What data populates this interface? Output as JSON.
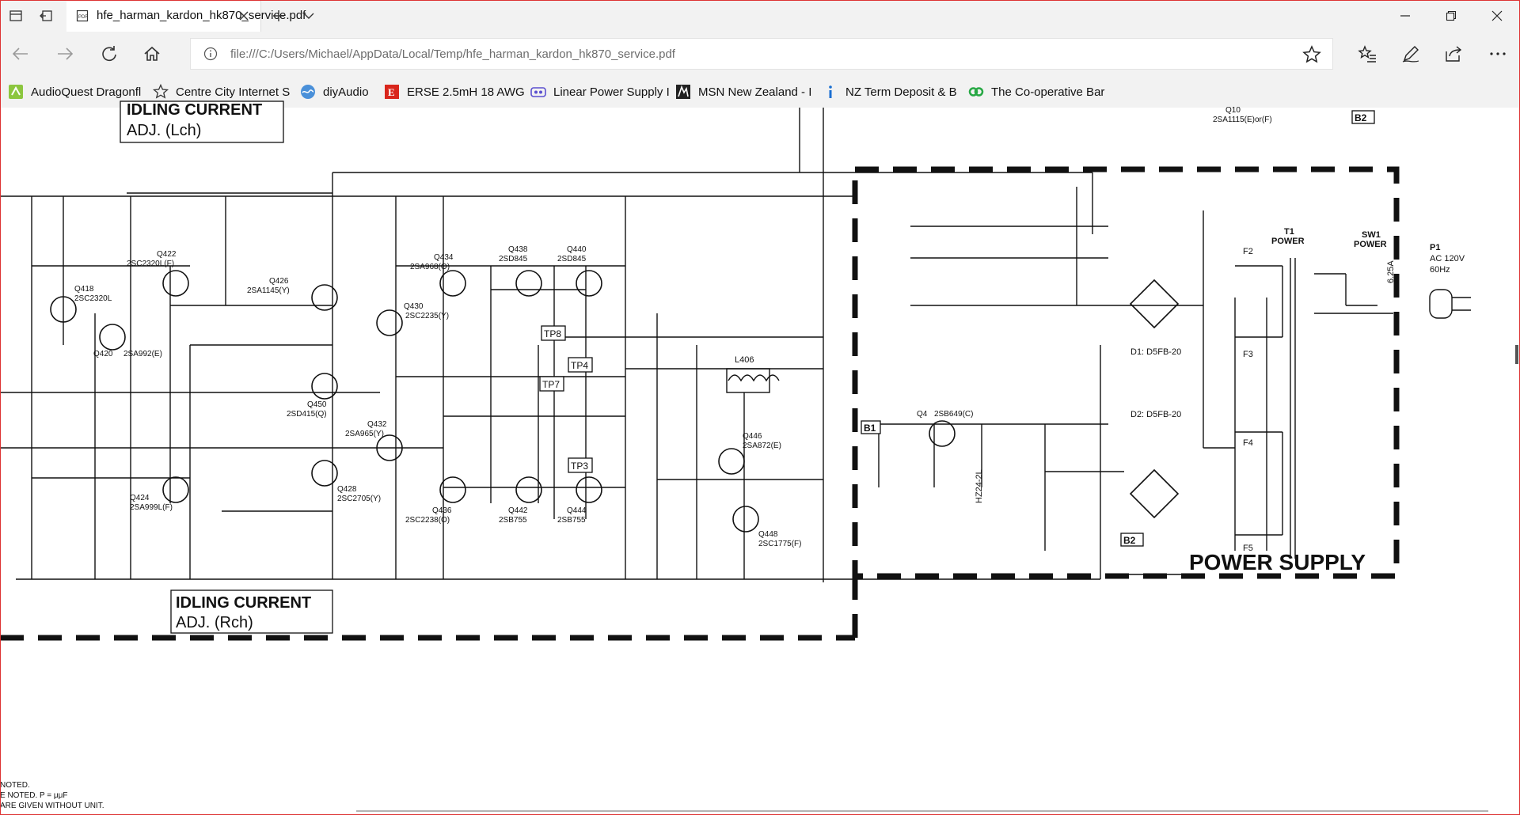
{
  "browser": {
    "tab_title": "hfe_harman_kardon_hk870_service.pdf",
    "address": "file:///C:/Users/Michael/AppData/Local/Temp/hfe_harman_kardon_hk870_service.pdf"
  },
  "favorites": [
    {
      "label": "AudioQuest Dragonfl",
      "icon": "audioquest-icon",
      "color": "#8cc63f"
    },
    {
      "label": "Centre City Internet S",
      "icon": "star-outline-icon",
      "color": "#333333"
    },
    {
      "label": "diyAudio",
      "icon": "diyaudio-icon",
      "color": "#4a90d9"
    },
    {
      "label": "ERSE 2.5mH 18 AWG",
      "icon": "erse-icon",
      "color": "#d9261c"
    },
    {
      "label": "Linear Power Supply I",
      "icon": "ebay-icon",
      "color": "#5a4fcf"
    },
    {
      "label": "MSN New Zealand - I",
      "icon": "msn-icon",
      "color": "#222222"
    },
    {
      "label": "NZ Term Deposit & B",
      "icon": "info-icon",
      "color": "#1a6fd1"
    },
    {
      "label": "The Co-operative Bar",
      "icon": "cooperative-icon",
      "color": "#27a844"
    }
  ],
  "schematic": {
    "idling_current": "IDLING CURRENT",
    "adj_lch": "ADJ. (Lch)",
    "adj_rch": "ADJ. (Rch)",
    "power_supply": "POWER SUPPLY",
    "b1": "B1",
    "b2": "B2",
    "tp3": "TP3",
    "tp4": "TP4",
    "tp7": "TP7",
    "tp8": "TP8",
    "transistors": [
      {
        "ref": "Q418",
        "part": "2SC2320L"
      },
      {
        "ref": "Q420",
        "part": "2SA992(E)"
      },
      {
        "ref": "Q422",
        "part": "2SC2320L(F)"
      },
      {
        "ref": "Q424",
        "part": "2SA999L(F)"
      },
      {
        "ref": "Q426",
        "part": "2SA1145(Y)"
      },
      {
        "ref": "Q428",
        "part": "2SC2705(Y)"
      },
      {
        "ref": "Q430",
        "part": "2SC2235(Y)"
      },
      {
        "ref": "Q432",
        "part": "2SA965(Y)"
      },
      {
        "ref": "Q434",
        "part": "2SA968(O)"
      },
      {
        "ref": "Q436",
        "part": "2SC2238(O)"
      },
      {
        "ref": "Q438",
        "part": "2SD845"
      },
      {
        "ref": "Q440",
        "part": "2SD845"
      },
      {
        "ref": "Q442",
        "part": "2SB755"
      },
      {
        "ref": "Q444",
        "part": "2SB755"
      },
      {
        "ref": "Q446",
        "part": "2SA872(E)"
      },
      {
        "ref": "Q448",
        "part": "2SC1775(F)"
      },
      {
        "ref": "Q450",
        "part": "2SD415(Q)"
      },
      {
        "ref": "Q4",
        "part": "2SB649(C)"
      },
      {
        "ref": "Q10",
        "part": "2SA1115(E)or(F)"
      }
    ],
    "ps_labels": {
      "t1": "T1",
      "t1_sub": "POWER",
      "sw1": "SW1",
      "sw1_sub": "POWER",
      "p1": "P1",
      "ac": "AC 120V",
      "hz": "60Hz",
      "d1": "D1: D5FB-20",
      "d2": "D2: D5FB-20",
      "l406": "L406",
      "d7": "HZ24-2L",
      "f1": "6.25A",
      "f2": "F2",
      "f3": "F3",
      "f4": "F4",
      "f5": "F5"
    },
    "footnotes": [
      "NOTED.",
      "E NOTED. P = μμF",
      "ARE GIVEN WITHOUT UNIT."
    ]
  }
}
